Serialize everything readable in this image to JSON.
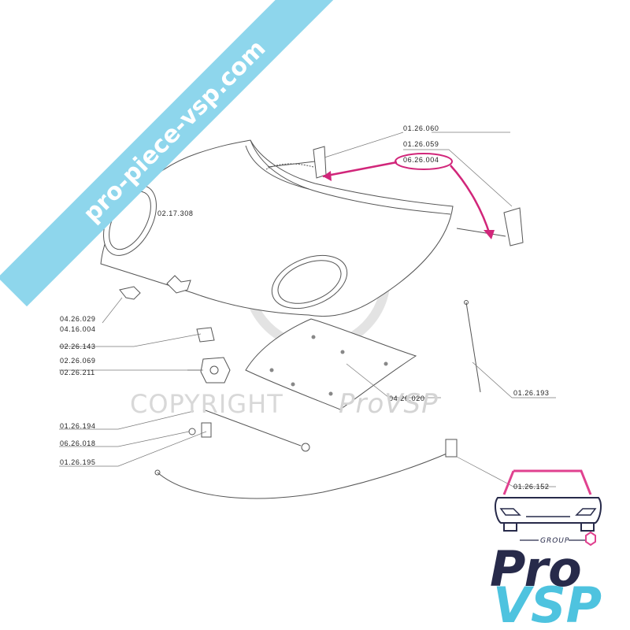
{
  "banner": {
    "text": "pro-piece-vsp.com",
    "color": "#8ed6ec"
  },
  "watermark": {
    "copyright": "COPYRIGHT",
    "brand": "ProVSP",
    "symbol": "©"
  },
  "highlight": {
    "part": "06.26.004",
    "color": "#d1267a"
  },
  "labels": [
    {
      "id": "01.26.060"
    },
    {
      "id": "01.26.059"
    },
    {
      "id": "06.26.004"
    },
    {
      "id": "02.17.308"
    },
    {
      "id": "04.26.029"
    },
    {
      "id": "04.16.004"
    },
    {
      "id": "02.26.143"
    },
    {
      "id": "02.26.069"
    },
    {
      "id": "02.26.211"
    },
    {
      "id": "04.26.020"
    },
    {
      "id": "01.26.193"
    },
    {
      "id": "01.26.194"
    },
    {
      "id": "06.26.018"
    },
    {
      "id": "01.26.195"
    },
    {
      "id": "01.26.152"
    }
  ],
  "logo": {
    "group": "GROUP",
    "pro": "Pro",
    "vsp": "VSP",
    "primary_color": "#272a4a",
    "accent_color": "#4ec3df",
    "highlight_color": "#e0418f"
  }
}
